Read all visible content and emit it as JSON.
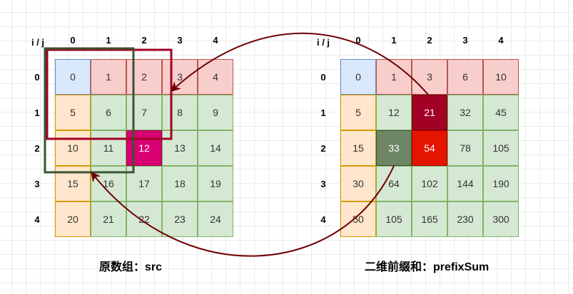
{
  "src": {
    "corner_label": "i / j",
    "col_labels": [
      "0",
      "1",
      "2",
      "3",
      "4"
    ],
    "row_labels": [
      "0",
      "1",
      "2",
      "3",
      "4"
    ],
    "grid": [
      [
        "0",
        "1",
        "2",
        "3",
        "4"
      ],
      [
        "5",
        "6",
        "7",
        "8",
        "9"
      ],
      [
        "10",
        "11",
        "12",
        "13",
        "14"
      ],
      [
        "15",
        "16",
        "17",
        "18",
        "19"
      ],
      [
        "20",
        "21",
        "22",
        "23",
        "24"
      ]
    ],
    "caption": "原数组：src"
  },
  "prefix": {
    "corner_label": "i / j",
    "col_labels": [
      "0",
      "1",
      "2",
      "3",
      "4"
    ],
    "row_labels": [
      "0",
      "1",
      "2",
      "3",
      "4"
    ],
    "grid": [
      [
        "0",
        "1",
        "3",
        "6",
        "10"
      ],
      [
        "5",
        "12",
        "21",
        "32",
        "45"
      ],
      [
        "15",
        "33",
        "54",
        "78",
        "105"
      ],
      [
        "30",
        "64",
        "102",
        "144",
        "190"
      ],
      [
        "50",
        "105",
        "165",
        "230",
        "300"
      ]
    ],
    "caption": "二维前缀和：prefixSum"
  },
  "colors": {
    "blue": "#dae8fc",
    "red": "#f8cecc",
    "orange": "#ffe6cc",
    "green": "#d5e8d4",
    "magenta": "#d80073",
    "dark_red": "#a20025",
    "dark_green": "#6d8764",
    "bright_red": "#e51400",
    "arrow": "#6f0000",
    "highlight_box_red": "#a20025",
    "highlight_box_green": "#3a5431"
  }
}
